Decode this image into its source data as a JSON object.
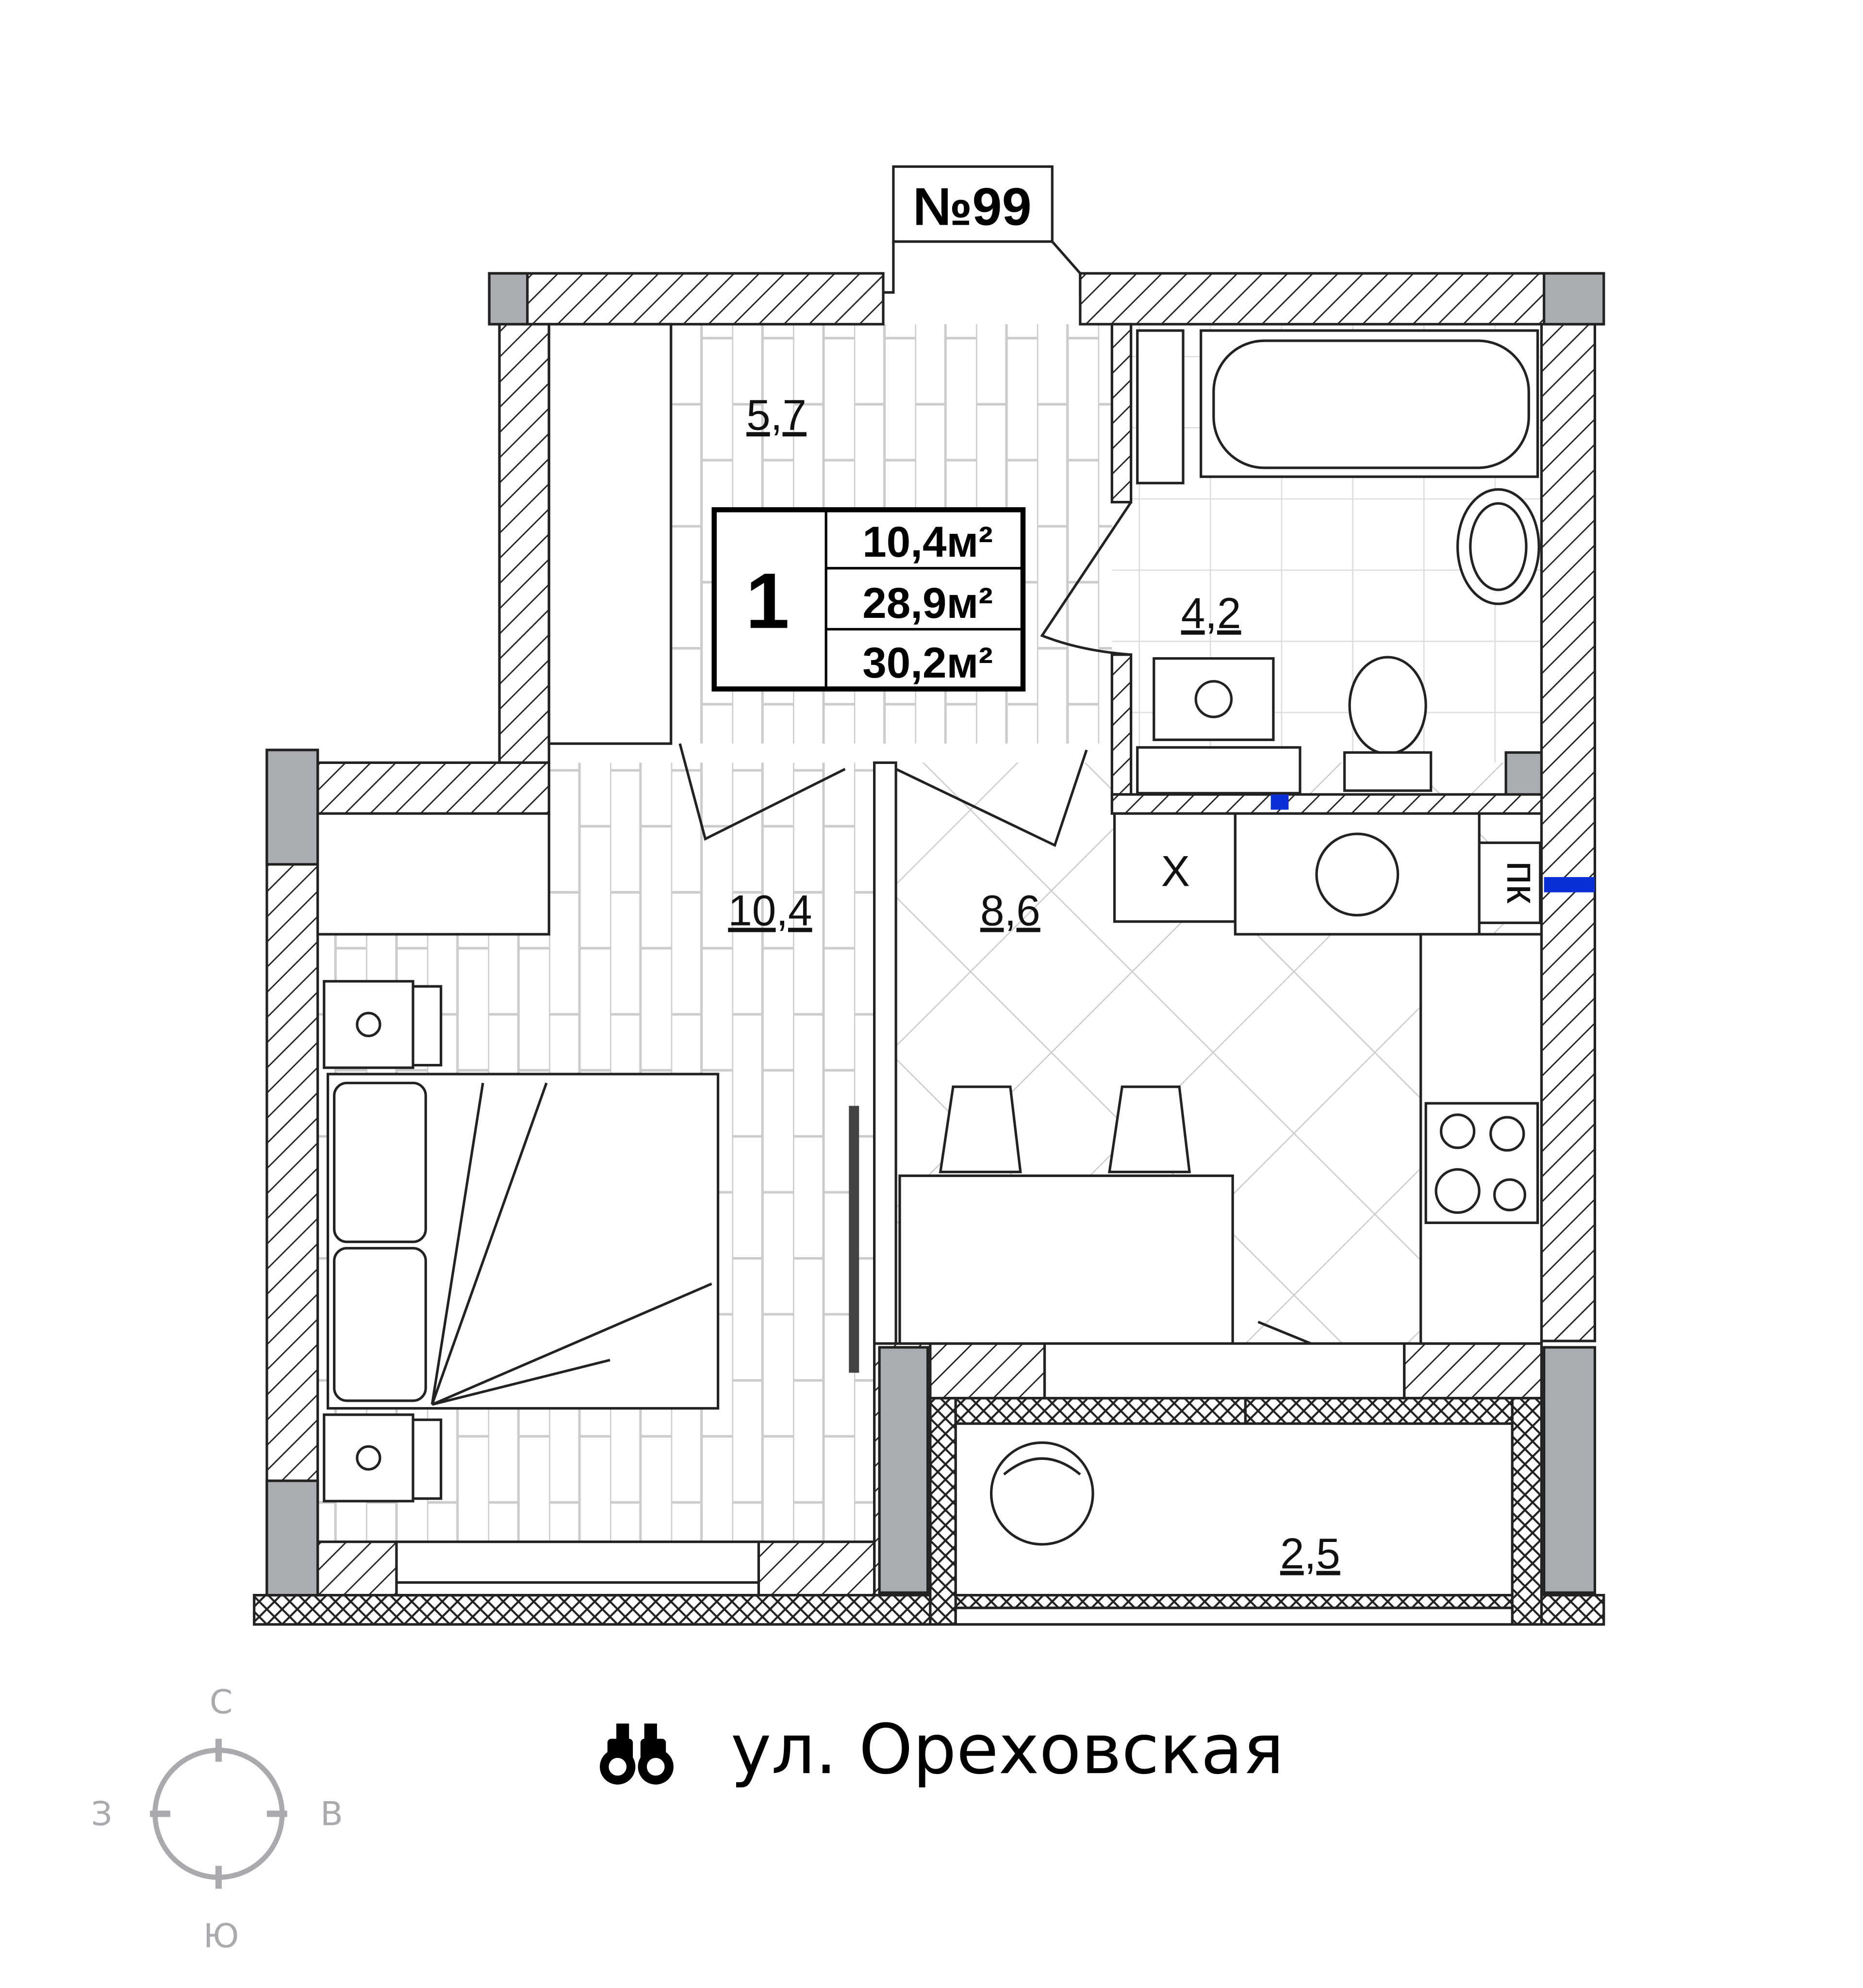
{
  "apartment": {
    "number_label": "№99",
    "rooms_count": "1",
    "areas": {
      "living": "10,4м²",
      "total": "28,9м²",
      "total_with_balcony": "30,2м²"
    }
  },
  "rooms": {
    "hallway": "5,7",
    "bathroom": "4,2",
    "bedroom": "10,4",
    "kitchen": "8,6",
    "balcony": "2,5"
  },
  "fixtures": {
    "fridge_label": "X",
    "riser_label": "пк"
  },
  "compass": {
    "north": "С",
    "south": "Ю",
    "west": "З",
    "east": "В"
  },
  "street": {
    "icon": "binoculars-icon",
    "name": "ул. Ореховская"
  },
  "colors": {
    "wall_hatch": "#222222",
    "column": "#a9adb2",
    "floor_lines": "#c8c8c8",
    "pipe": "#0a2fd6",
    "compass": "#a8aaad"
  }
}
